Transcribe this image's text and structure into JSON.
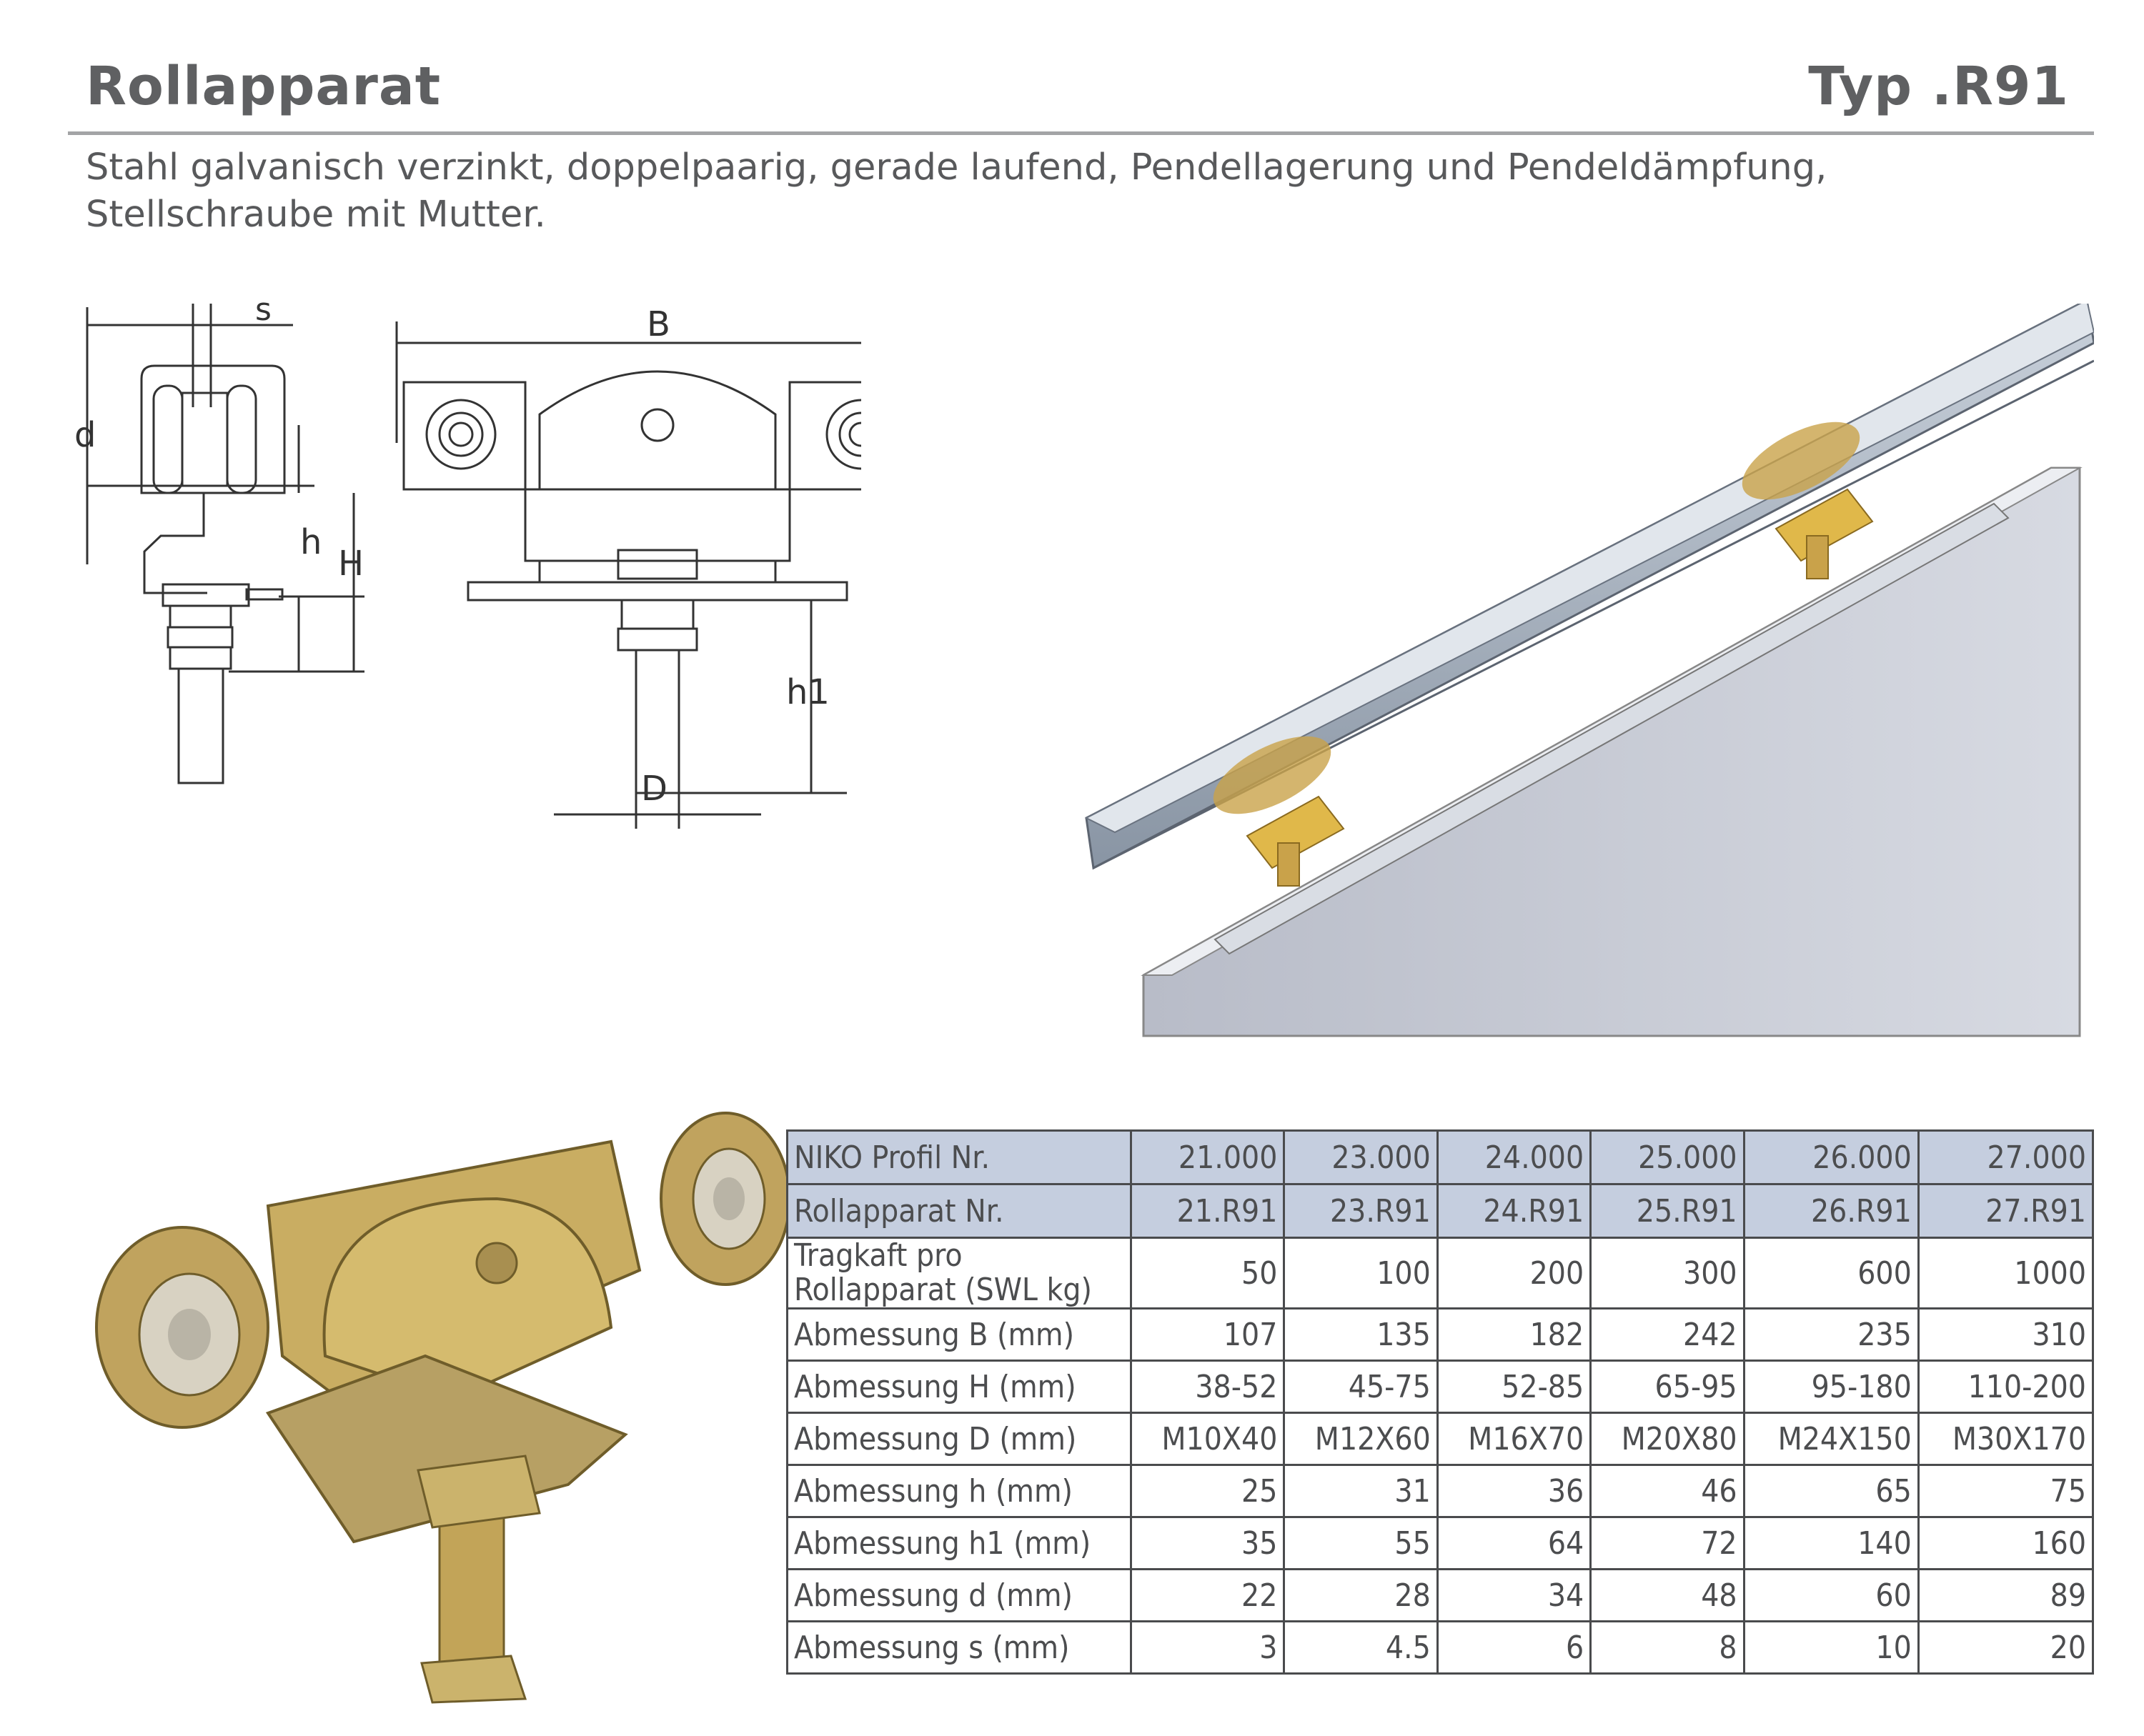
{
  "header": {
    "title": "Rollapparat",
    "type_code": "Typ .R91",
    "description": "Stahl galvanisch verzinkt, doppelpaarig, gerade laufend, Pendellagerung und Pendeldämpfung, Stellschraube mit Mutter."
  },
  "drawing": {
    "dim_labels": {
      "s": "s",
      "d": "d",
      "h": "h",
      "H": "H",
      "B": "B",
      "h1": "h1",
      "D": "D"
    }
  },
  "table": {
    "rows": [
      {
        "label": "NIKO Profil Nr.",
        "values": [
          "21.000",
          "23.000",
          "24.000",
          "25.000",
          "26.000",
          "27.000"
        ],
        "head": true
      },
      {
        "label": "Rollapparat Nr.",
        "values": [
          "21.R91",
          "23.R91",
          "24.R91",
          "25.R91",
          "26.R91",
          "27.R91"
        ],
        "head": true
      },
      {
        "label_lines": [
          "Tragkaft pro",
          "Rollapparat (SWL kg)"
        ],
        "values": [
          "50",
          "100",
          "200",
          "300",
          "600",
          "1000"
        ]
      },
      {
        "label": "Abmessung B (mm)",
        "values": [
          "107",
          "135",
          "182",
          "242",
          "235",
          "310"
        ]
      },
      {
        "label": "Abmessung H (mm)",
        "values": [
          "38-52",
          "45-75",
          "52-85",
          "65-95",
          "95-180",
          "110-200"
        ]
      },
      {
        "label": "Abmessung D (mm)",
        "values": [
          "M10X40",
          "M12X60",
          "M16X70",
          "M20X80",
          "M24X150",
          "M30X170"
        ]
      },
      {
        "label": "Abmessung h (mm)",
        "values": [
          "25",
          "31",
          "36",
          "46",
          "65",
          "75"
        ]
      },
      {
        "label": "Abmessung h1 (mm)",
        "values": [
          "35",
          "55",
          "64",
          "72",
          "140",
          "160"
        ]
      },
      {
        "label": "Abmessung d (mm)",
        "values": [
          "22",
          "28",
          "34",
          "48",
          "60",
          "89"
        ]
      },
      {
        "label": "Abmessung s (mm)",
        "values": [
          "3",
          "4.5",
          "6",
          "8",
          "10",
          "20"
        ]
      }
    ]
  },
  "colors": {
    "table_head_bg": "#c5cedf",
    "brass": "#c9a24a",
    "rail": "#9aa6b4",
    "door": "#c8ccd6"
  }
}
